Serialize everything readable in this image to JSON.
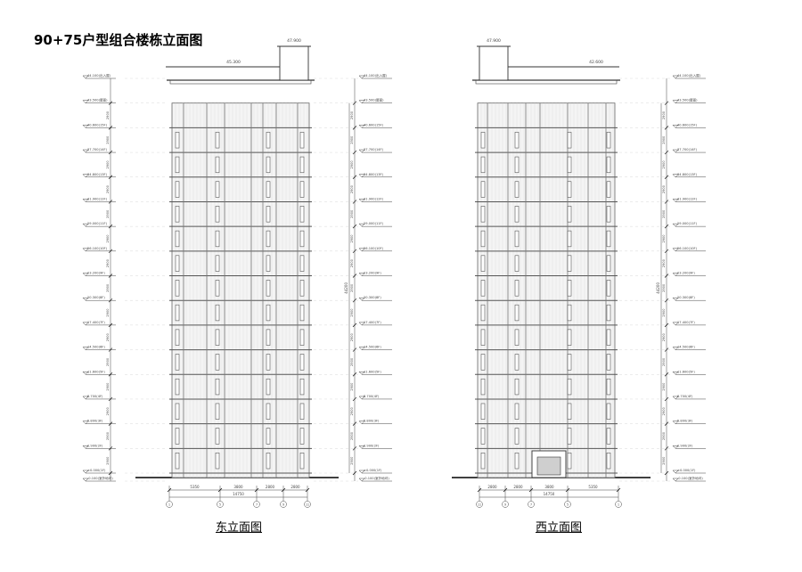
{
  "title": "90+75户型组合楼栋立面图",
  "east": {
    "caption": "东立面图",
    "roof_labels": [
      "47.900",
      "45.300"
    ],
    "dims": [
      "5350",
      "3800",
      "2800",
      "2800"
    ],
    "total": "14750",
    "axes": [
      "1",
      "5",
      "7",
      "9",
      "11"
    ]
  },
  "west": {
    "caption": "西立面图",
    "roof_labels": [
      "47.900",
      "42.600"
    ],
    "dims": [
      "2800",
      "2800",
      "3800",
      "5350"
    ],
    "total": "14750",
    "axes": [
      "11",
      "9",
      "7",
      "5",
      "1"
    ]
  },
  "levels": [
    "44.100(出入屋)",
    "43.500(屋面)",
    "40.600(15F)",
    "37.700(14F)",
    "34.800(13F)",
    "31.900(12F)",
    "29.000(11F)",
    "26.100(10F)",
    "23.200(9F)",
    "20.300(8F)",
    "17.400(7F)",
    "14.500(6F)",
    "11.600(5F)",
    "8.700(4F)",
    "5.800(3F)",
    "2.900(2F)",
    "±0.000(1F)",
    "-0.100(室外地坪)"
  ],
  "floor_height": "2900",
  "total_height": "44200"
}
